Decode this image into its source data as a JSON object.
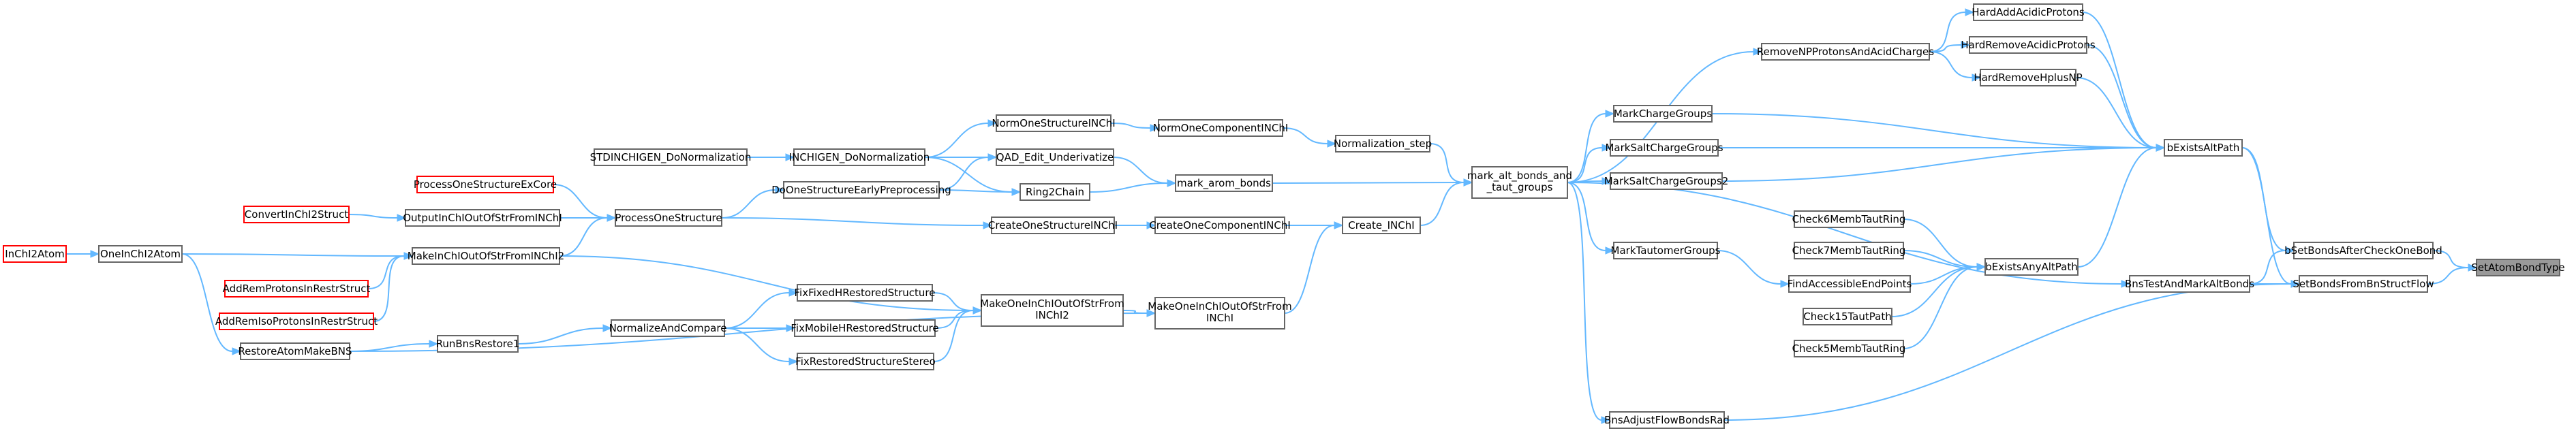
{
  "diagram": {
    "nodes": [
      {
        "id": "SetAtomBondType",
        "label": "SetAtomBondType",
        "style": "root"
      },
      {
        "id": "bSetBondsAfterCheckOneBond",
        "label": "bSetBondsAfterCheckOneBond",
        "style": "normal"
      },
      {
        "id": "SetBondsFromBnStructFlow",
        "label": "SetBondsFromBnStructFlow",
        "style": "normal"
      },
      {
        "id": "BnsTestAndMarkAltBonds",
        "label": "BnsTestAndMarkAltBonds",
        "style": "normal"
      },
      {
        "id": "bExistsAltPath",
        "label": "bExistsAltPath",
        "style": "normal"
      },
      {
        "id": "HardAddAcidicProtons",
        "label": "HardAddAcidicProtons",
        "style": "normal"
      },
      {
        "id": "HardRemoveAcidicProtons",
        "label": "HardRemoveAcidicProtons",
        "style": "normal"
      },
      {
        "id": "HardRemoveHplusNP",
        "label": "HardRemoveHplusNP",
        "style": "normal"
      },
      {
        "id": "RemoveNPProtonsAndAcidCharges",
        "label": "RemoveNPProtonsAndAcidCharges",
        "style": "normal"
      },
      {
        "id": "MarkChargeGroups",
        "label": "MarkChargeGroups",
        "style": "normal"
      },
      {
        "id": "MarkSaltChargeGroups",
        "label": "MarkSaltChargeGroups",
        "style": "normal"
      },
      {
        "id": "MarkSaltChargeGroups2",
        "label": "MarkSaltChargeGroups2",
        "style": "normal"
      },
      {
        "id": "bExistsAnyAltPath",
        "label": "bExistsAnyAltPath",
        "style": "normal"
      },
      {
        "id": "Check6MembTautRing",
        "label": "Check6MembTautRing",
        "style": "normal"
      },
      {
        "id": "Check7MembTautRing",
        "label": "Check7MembTautRing",
        "style": "normal"
      },
      {
        "id": "FindAccessibleEndPoints",
        "label": "FindAccessibleEndPoints",
        "style": "normal"
      },
      {
        "id": "Check15TautPath",
        "label": "Check15TautPath",
        "style": "normal"
      },
      {
        "id": "Check5MembTautRing",
        "label": "Check5MembTautRing",
        "style": "normal"
      },
      {
        "id": "MarkTautomerGroups",
        "label": "MarkTautomerGroups",
        "style": "normal"
      },
      {
        "id": "BnsAdjustFlowBondsRad",
        "label": "BnsAdjustFlowBondsRad",
        "style": "normal"
      },
      {
        "id": "mark_alt_bonds_and_taut_groups",
        "label": "mark_alt_bonds_and\n_taut_groups",
        "style": "normal"
      },
      {
        "id": "Normalization_step",
        "label": "Normalization_step",
        "style": "normal"
      },
      {
        "id": "Create_INChI",
        "label": "Create_INChI",
        "style": "normal"
      },
      {
        "id": "mark_arom_bonds",
        "label": "mark_arom_bonds",
        "style": "normal"
      },
      {
        "id": "NormOneComponentINChI",
        "label": "NormOneComponentINChI",
        "style": "normal"
      },
      {
        "id": "CreateOneComponentINChI",
        "label": "CreateOneComponentINChI",
        "style": "normal"
      },
      {
        "id": "MakeOneInChIOutOfStrFromINChI",
        "label": "MakeOneInChIOutOfStrFrom\nINChI",
        "style": "normal"
      },
      {
        "id": "NormOneStructureINChI",
        "label": "NormOneStructureINChI",
        "style": "normal"
      },
      {
        "id": "QAD_Edit_Underivatize",
        "label": "QAD_Edit_Underivatize",
        "style": "normal"
      },
      {
        "id": "Ring2Chain",
        "label": "Ring2Chain",
        "style": "normal"
      },
      {
        "id": "CreateOneStructureINChI",
        "label": "CreateOneStructureINChI",
        "style": "normal"
      },
      {
        "id": "MakeOneInChIOutOfStrFromINChI2",
        "label": "MakeOneInChIOutOfStrFrom\nINChI2",
        "style": "normal"
      },
      {
        "id": "INCHIGEN_DoNormalization",
        "label": "INCHIGEN_DoNormalization",
        "style": "normal"
      },
      {
        "id": "DoOneStructureEarlyPreprocessing",
        "label": "DoOneStructureEarlyPreprocessing",
        "style": "normal"
      },
      {
        "id": "FixFixedHRestoredStructure",
        "label": "FixFixedHRestoredStructure",
        "style": "normal"
      },
      {
        "id": "FixMobileHRestoredStructure",
        "label": "FixMobileHRestoredStructure",
        "style": "normal"
      },
      {
        "id": "FixRestoredStructureStereo",
        "label": "FixRestoredStructureStereo",
        "style": "normal"
      },
      {
        "id": "STDINCHIGEN_DoNormalization",
        "label": "STDINCHIGEN_DoNormalization",
        "style": "normal"
      },
      {
        "id": "ProcessOneStructure",
        "label": "ProcessOneStructure",
        "style": "normal"
      },
      {
        "id": "NormalizeAndCompare",
        "label": "NormalizeAndCompare",
        "style": "normal"
      },
      {
        "id": "RunBnsRestore1",
        "label": "RunBnsRestore1",
        "style": "normal"
      },
      {
        "id": "ProcessOneStructureExCore",
        "label": "ProcessOneStructureExCore",
        "style": "red"
      },
      {
        "id": "OutputInChIOutOfStrFromINChI",
        "label": "OutputInChIOutOfStrFromINChI",
        "style": "normal"
      },
      {
        "id": "MakeInChIOutOfStrFromINChI2",
        "label": "MakeInChIOutOfStrFromINChI2",
        "style": "normal"
      },
      {
        "id": "RestoreAtomMakeBNS",
        "label": "RestoreAtomMakeBNS",
        "style": "normal"
      },
      {
        "id": "ConvertInChI2Struct",
        "label": "ConvertInChI2Struct",
        "style": "red"
      },
      {
        "id": "AddRemProtonsInRestrStruct",
        "label": "AddRemProtonsInRestrStruct",
        "style": "red"
      },
      {
        "id": "AddRemIsoProtonsInRestrStruct",
        "label": "AddRemIsoProtonsInRestrStruct",
        "style": "red"
      },
      {
        "id": "OneInChI2Atom",
        "label": "OneInChI2Atom",
        "style": "normal"
      },
      {
        "id": "InChI2Atom",
        "label": "InChI2Atom",
        "style": "red"
      }
    ],
    "edges": [
      [
        "bSetBondsAfterCheckOneBond",
        "SetAtomBondType"
      ],
      [
        "SetBondsFromBnStructFlow",
        "SetAtomBondType"
      ],
      [
        "BnsTestAndMarkAltBonds",
        "bSetBondsAfterCheckOneBond"
      ],
      [
        "bExistsAltPath",
        "bSetBondsAfterCheckOneBond"
      ],
      [
        "bExistsAltPath",
        "SetBondsFromBnStructFlow"
      ],
      [
        "BnsTestAndMarkAltBonds",
        "SetBondsFromBnStructFlow"
      ],
      [
        "BnsAdjustFlowBondsRad",
        "SetBondsFromBnStructFlow"
      ],
      [
        "HardAddAcidicProtons",
        "bExistsAltPath"
      ],
      [
        "HardRemoveAcidicProtons",
        "bExistsAltPath"
      ],
      [
        "HardRemoveHplusNP",
        "bExistsAltPath"
      ],
      [
        "MarkChargeGroups",
        "bExistsAltPath"
      ],
      [
        "MarkSaltChargeGroups",
        "bExistsAltPath"
      ],
      [
        "MarkSaltChargeGroups2",
        "bExistsAltPath"
      ],
      [
        "bExistsAnyAltPath",
        "bExistsAltPath"
      ],
      [
        "RemoveNPProtonsAndAcidCharges",
        "HardAddAcidicProtons"
      ],
      [
        "RemoveNPProtonsAndAcidCharges",
        "HardRemoveAcidicProtons"
      ],
      [
        "RemoveNPProtonsAndAcidCharges",
        "HardRemoveHplusNP"
      ],
      [
        "mark_alt_bonds_and_taut_groups",
        "RemoveNPProtonsAndAcidCharges"
      ],
      [
        "mark_alt_bonds_and_taut_groups",
        "MarkChargeGroups"
      ],
      [
        "mark_alt_bonds_and_taut_groups",
        "MarkSaltChargeGroups"
      ],
      [
        "mark_alt_bonds_and_taut_groups",
        "MarkSaltChargeGroups2"
      ],
      [
        "mark_alt_bonds_and_taut_groups",
        "MarkTautomerGroups"
      ],
      [
        "mark_alt_bonds_and_taut_groups",
        "BnsTestAndMarkAltBonds"
      ],
      [
        "Check6MembTautRing",
        "bExistsAnyAltPath"
      ],
      [
        "Check7MembTautRing",
        "bExistsAnyAltPath"
      ],
      [
        "FindAccessibleEndPoints",
        "bExistsAnyAltPath"
      ],
      [
        "Check15TautPath",
        "bExistsAnyAltPath"
      ],
      [
        "Check5MembTautRing",
        "bExistsAnyAltPath"
      ],
      [
        "MarkTautomerGroups",
        "FindAccessibleEndPoints"
      ],
      [
        "mark_alt_bonds_and_taut_groups",
        "BnsAdjustFlowBondsRad"
      ],
      [
        "Normalization_step",
        "mark_alt_bonds_and_taut_groups"
      ],
      [
        "Create_INChI",
        "mark_alt_bonds_and_taut_groups"
      ],
      [
        "mark_arom_bonds",
        "mark_alt_bonds_and_taut_groups"
      ],
      [
        "NormOneComponentINChI",
        "Normalization_step"
      ],
      [
        "CreateOneComponentINChI",
        "Create_INChI"
      ],
      [
        "MakeOneInChIOutOfStrFromINChI",
        "Create_INChI"
      ],
      [
        "QAD_Edit_Underivatize",
        "mark_arom_bonds"
      ],
      [
        "Ring2Chain",
        "mark_arom_bonds"
      ],
      [
        "NormOneStructureINChI",
        "NormOneComponentINChI"
      ],
      [
        "CreateOneStructureINChI",
        "CreateOneComponentINChI"
      ],
      [
        "MakeOneInChIOutOfStrFromINChI2",
        "MakeOneInChIOutOfStrFromINChI"
      ],
      [
        "RestoreAtomMakeBNS",
        "MakeOneInChIOutOfStrFromINChI"
      ],
      [
        "INCHIGEN_DoNormalization",
        "NormOneStructureINChI"
      ],
      [
        "INCHIGEN_DoNormalization",
        "QAD_Edit_Underivatize"
      ],
      [
        "INCHIGEN_DoNormalization",
        "Ring2Chain"
      ],
      [
        "DoOneStructureEarlyPreprocessing",
        "QAD_Edit_Underivatize"
      ],
      [
        "DoOneStructureEarlyPreprocessing",
        "Ring2Chain"
      ],
      [
        "ProcessOneStructure",
        "CreateOneStructureINChI"
      ],
      [
        "ProcessOneStructure",
        "DoOneStructureEarlyPreprocessing"
      ],
      [
        "FixFixedHRestoredStructure",
        "MakeOneInChIOutOfStrFromINChI2"
      ],
      [
        "FixMobileHRestoredStructure",
        "MakeOneInChIOutOfStrFromINChI2"
      ],
      [
        "FixRestoredStructureStereo",
        "MakeOneInChIOutOfStrFromINChI2"
      ],
      [
        "MakeInChIOutOfStrFromINChI2",
        "MakeOneInChIOutOfStrFromINChI2"
      ],
      [
        "STDINCHIGEN_DoNormalization",
        "INCHIGEN_DoNormalization"
      ],
      [
        "ProcessOneStructureExCore",
        "ProcessOneStructure"
      ],
      [
        "OutputInChIOutOfStrFromINChI",
        "ProcessOneStructure"
      ],
      [
        "MakeInChIOutOfStrFromINChI2",
        "ProcessOneStructure"
      ],
      [
        "NormalizeAndCompare",
        "FixFixedHRestoredStructure"
      ],
      [
        "NormalizeAndCompare",
        "FixMobileHRestoredStructure"
      ],
      [
        "NormalizeAndCompare",
        "FixRestoredStructureStereo"
      ],
      [
        "RunBnsRestore1",
        "NormalizeAndCompare"
      ],
      [
        "RestoreAtomMakeBNS",
        "RunBnsRestore1"
      ],
      [
        "ConvertInChI2Struct",
        "OutputInChIOutOfStrFromINChI"
      ],
      [
        "AddRemProtonsInRestrStruct",
        "MakeInChIOutOfStrFromINChI2"
      ],
      [
        "AddRemIsoProtonsInRestrStruct",
        "MakeInChIOutOfStrFromINChI2"
      ],
      [
        "OneInChI2Atom",
        "MakeInChIOutOfStrFromINChI2"
      ],
      [
        "OneInChI2Atom",
        "RestoreAtomMakeBNS"
      ],
      [
        "InChI2Atom",
        "OneInChI2Atom"
      ]
    ]
  }
}
